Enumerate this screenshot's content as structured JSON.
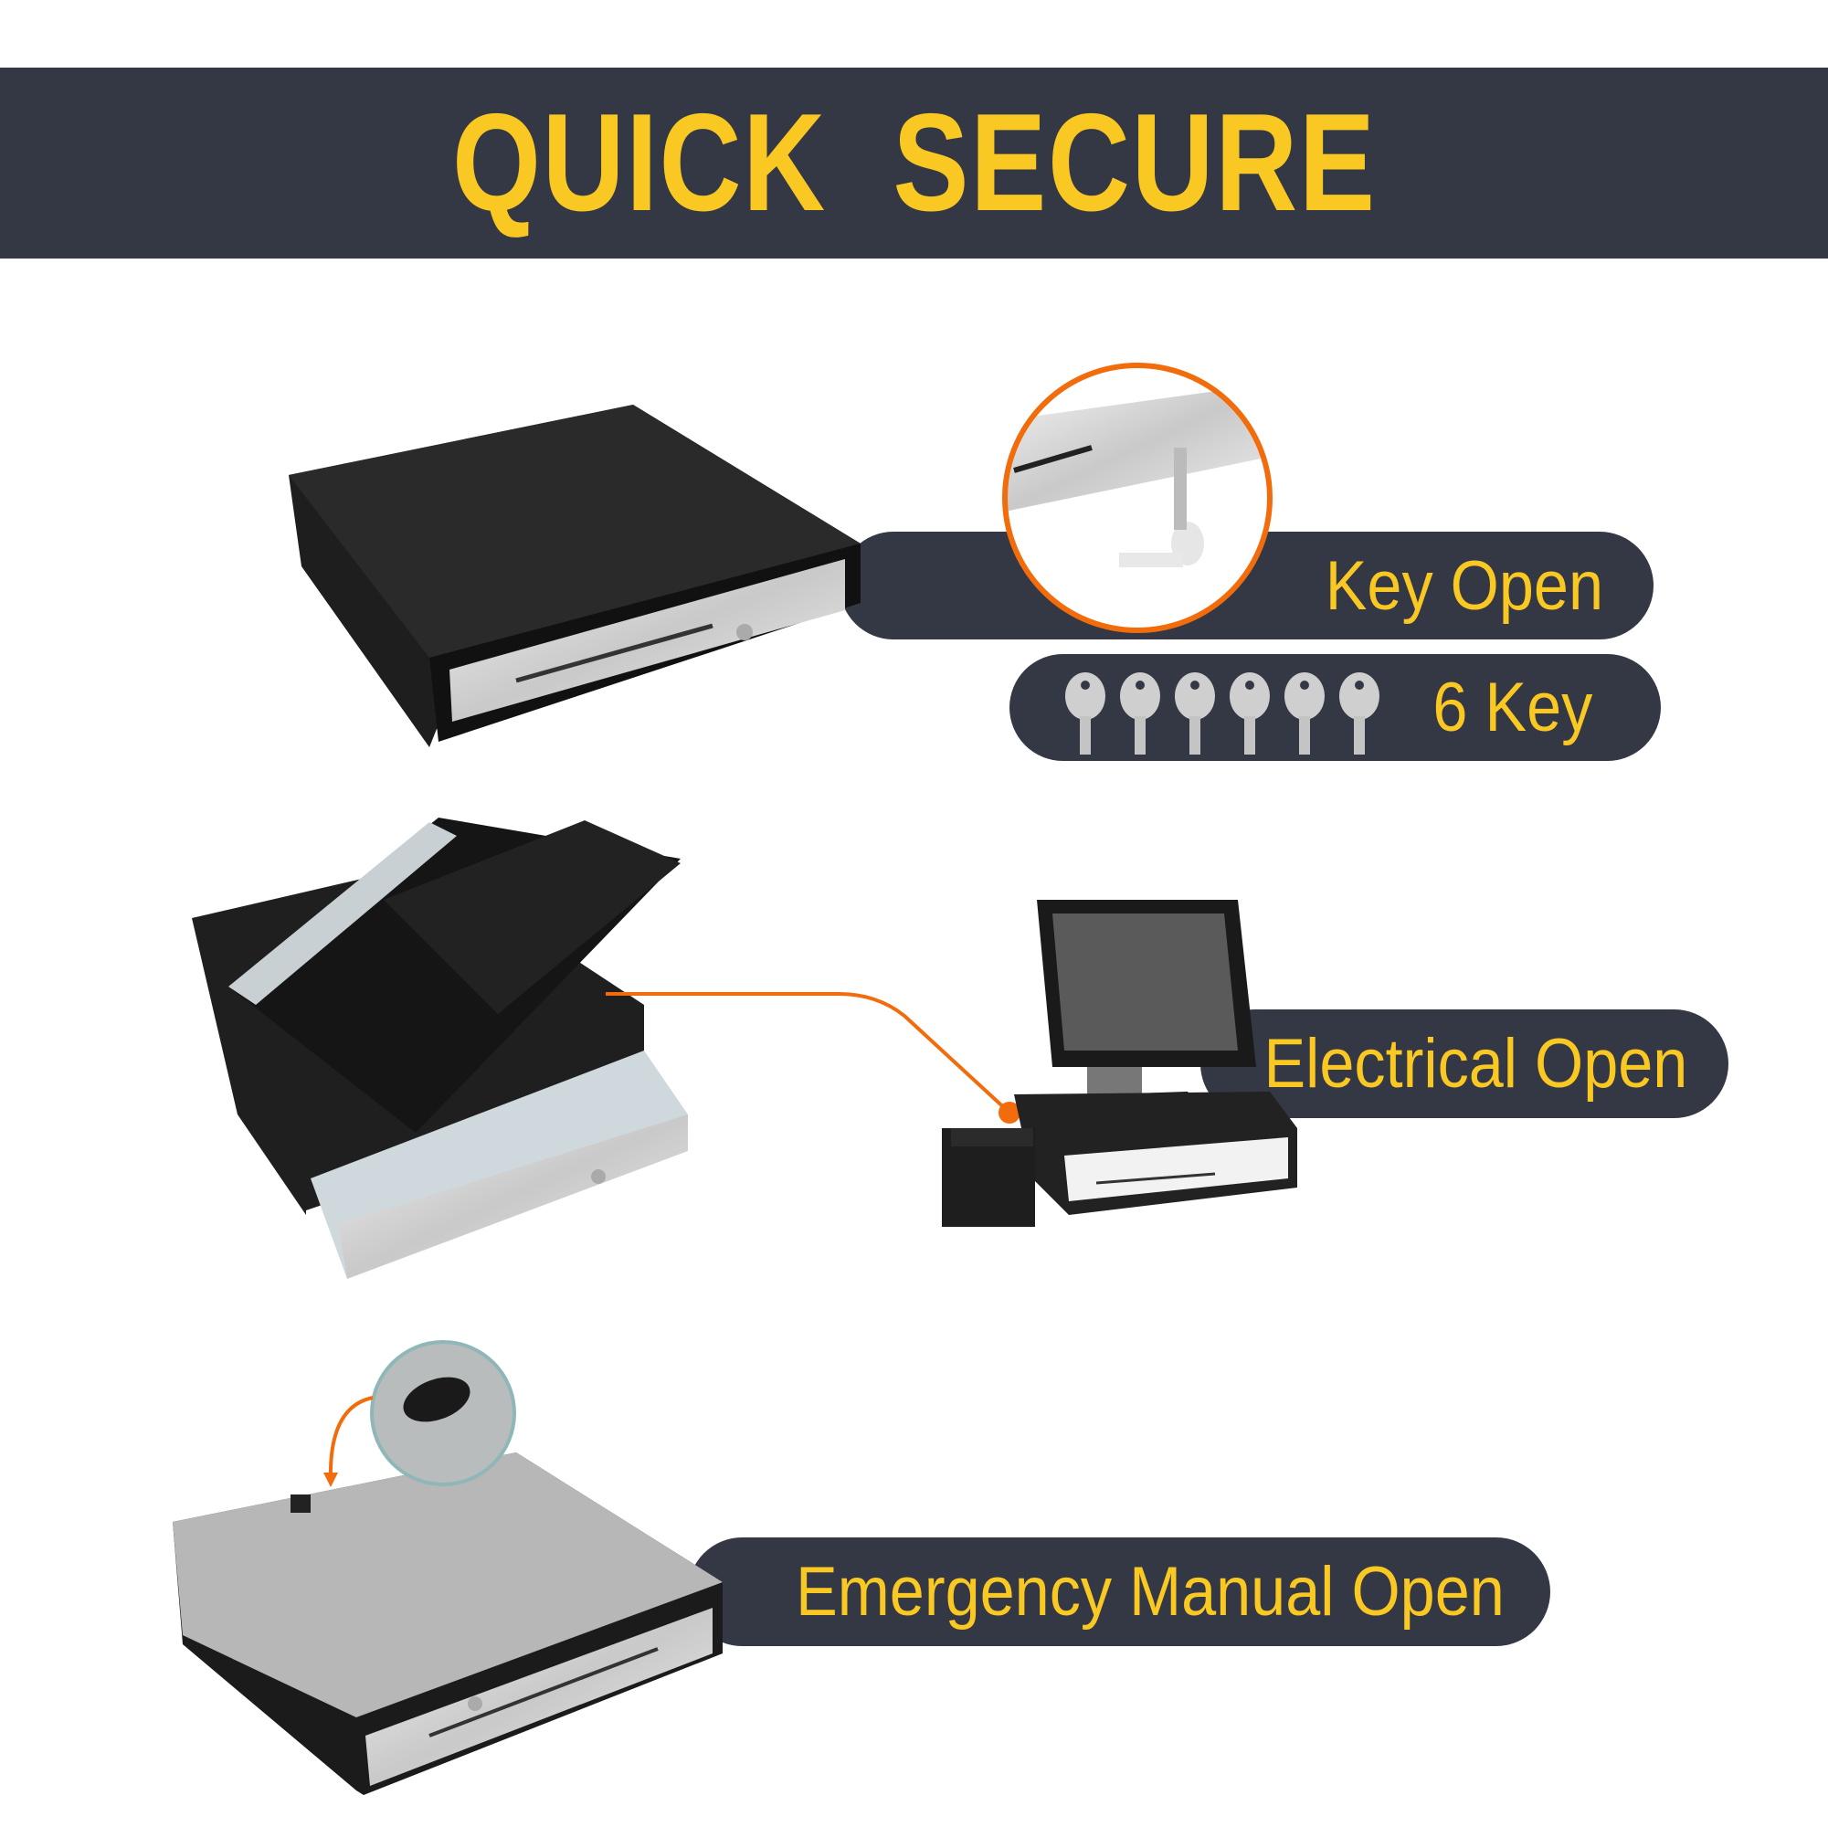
{
  "header": {
    "title": "QUICK  SECURE"
  },
  "features": [
    {
      "label": "Key Open"
    },
    {
      "label": "6 Key",
      "key_count": 6
    },
    {
      "label": "Electrical Open"
    },
    {
      "label": "Emergency Manual Open"
    }
  ],
  "colors": {
    "band": "#343844",
    "accent": "#F9C823",
    "highlight": "#F36C0C"
  }
}
